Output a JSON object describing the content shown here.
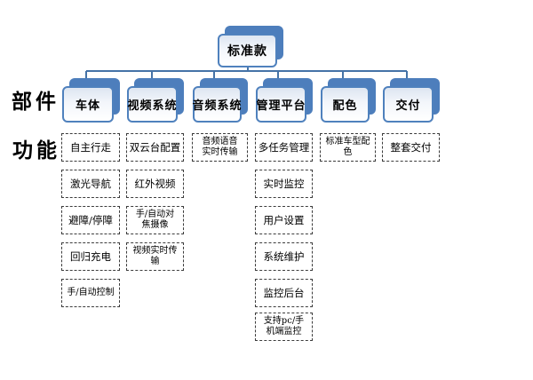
{
  "colors": {
    "node_fill": "#4d7ebc",
    "node_border": "#4f81bd",
    "connector": "#4573a7",
    "dashed_border": "#3c3c3c",
    "background": "#ffffff"
  },
  "root": {
    "label": "标准款"
  },
  "row_labels": {
    "parts": "部件",
    "functions": "功能"
  },
  "columns": [
    {
      "part": "车体",
      "functions": [
        "自主行走",
        "激光导航",
        "避障/停障",
        "回归充电",
        "手/自动控制"
      ]
    },
    {
      "part": "视频系统",
      "functions": [
        "双云台配置",
        "红外视频",
        "手/自动对\n焦摄像",
        "视频实时传输"
      ]
    },
    {
      "part": "音频系统",
      "functions": [
        "音频语音\n实时传输"
      ]
    },
    {
      "part": "管理平台",
      "functions": [
        "多任务管理",
        "实时监控",
        "用户设置",
        "系统维护",
        "监控后台",
        "支持pc/手\n机端监控"
      ]
    },
    {
      "part": "配色",
      "functions": [
        "标准车型配色"
      ]
    },
    {
      "part": "交付",
      "functions": [
        "整套交付"
      ]
    }
  ]
}
